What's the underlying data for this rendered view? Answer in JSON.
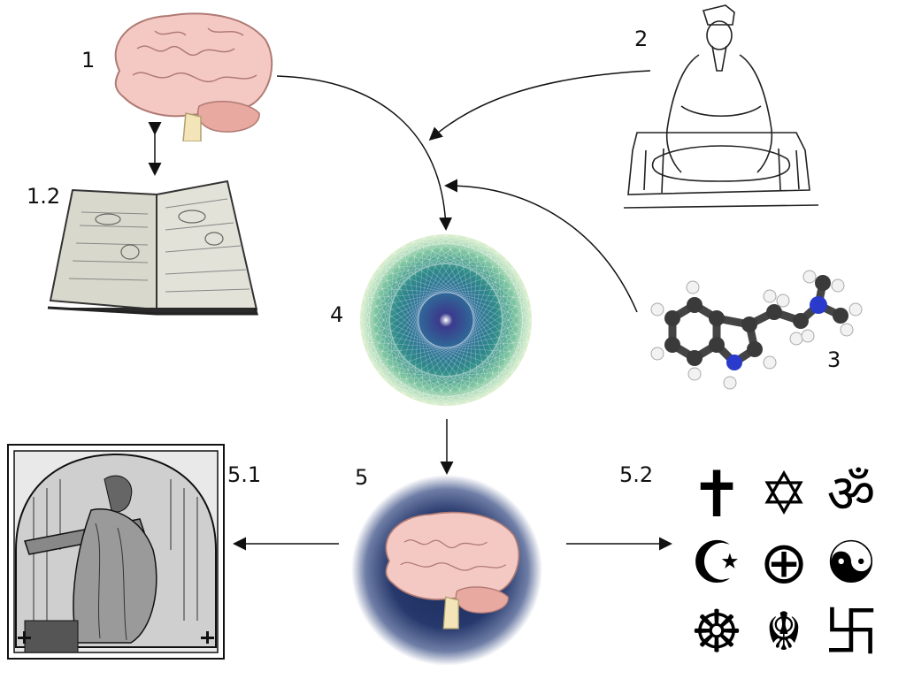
{
  "labels": {
    "n1": "1",
    "n1_2": "1.2",
    "n2": "2",
    "n3": "3",
    "n4": "4",
    "n5": "5",
    "n5_1": "5.1",
    "n5_2": "5.2"
  },
  "icons": {
    "brain": "brain-illustration",
    "book": "open-book",
    "sage": "meditating-sage",
    "molecule": "molecule-ball-and-stick",
    "mandala": "geometric-mandala",
    "glowing_brain": "brain-in-dark-circle",
    "scholar": "monk-at-desk-engraving",
    "symbols": "religious-symbols-grid"
  },
  "religious_symbols": [
    "✝",
    "✡",
    "ॐ",
    "☪",
    "⊕",
    "☯",
    "☸",
    "☬",
    "卐"
  ],
  "colors": {
    "brain": "#f4c9c4",
    "brain_line": "#b07a74",
    "mandala_center": "#3a3a8c",
    "mandala_mid": "#2f8a8a",
    "mandala_outer": "#bfe3b0",
    "glow_center": "#1b2a5a",
    "atom_carbon": "#3a3a3a",
    "atom_nitrogen": "#2a3acb",
    "atom_hydrogen": "#f2f2f2"
  }
}
